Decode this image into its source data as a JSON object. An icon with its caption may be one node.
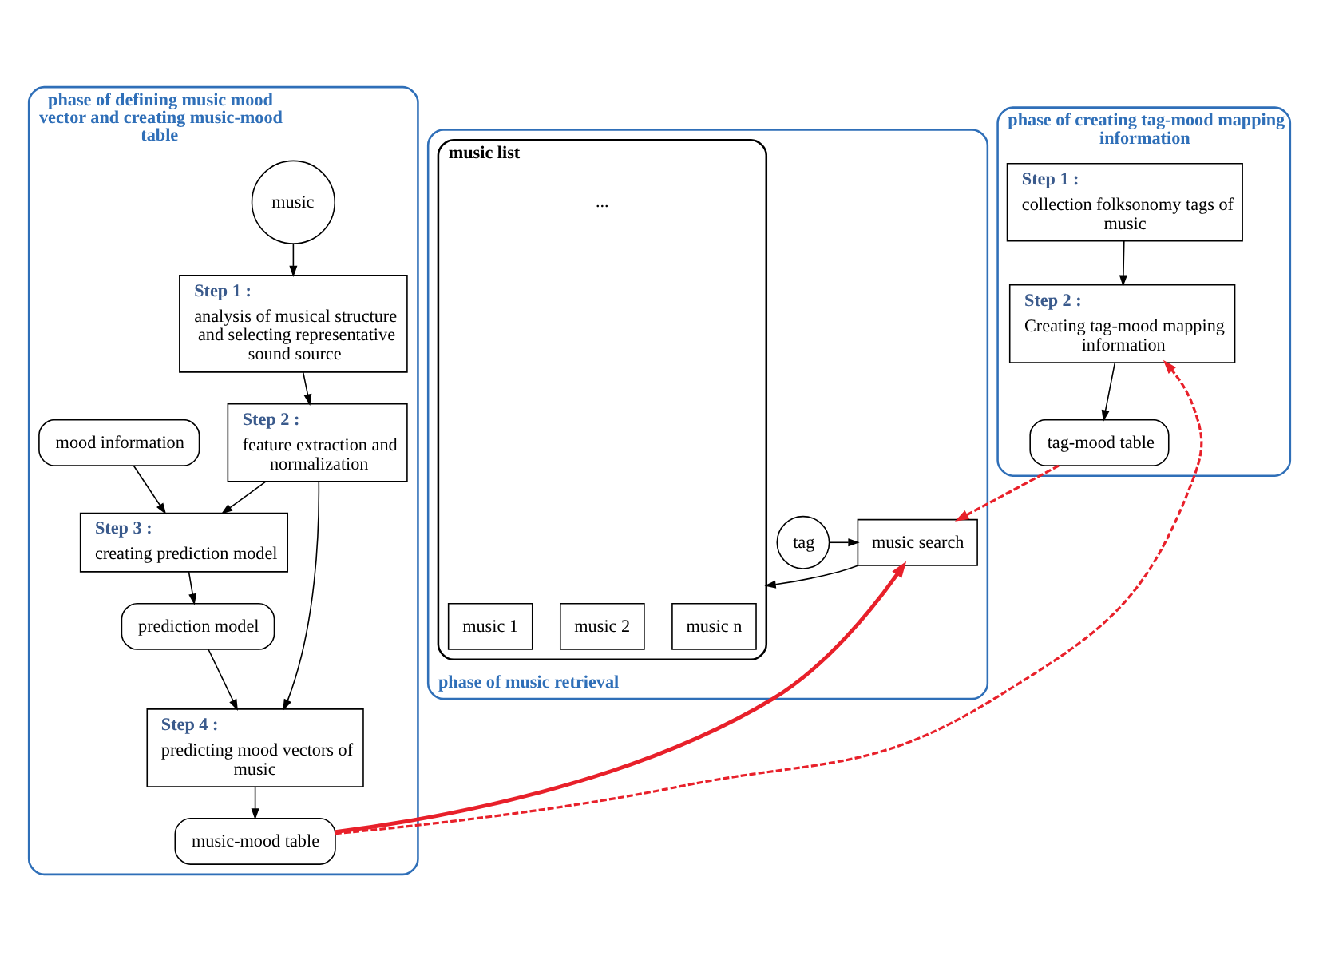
{
  "diagram": {
    "nodes": [
      {
        "text": [
          "phase of defining music mood vector and creating music-mood table"
        ]
      },
      {
        "text": [
          "music"
        ],
        "in": 0
      },
      {
        "text": [
          "Step 1 :",
          "analysis of musical structure and selecting representative sound source"
        ],
        "in": 0
      },
      {
        "text": [
          "mood information"
        ],
        "in": 0
      },
      {
        "text": [
          "Step 2 :",
          "feature extraction and normalization"
        ],
        "in": 0
      },
      {
        "text": [
          "Step 3 :",
          "creating prediction model"
        ],
        "in": 0
      },
      {
        "text": [
          "Step 4 :",
          "predicting mood vectors of music"
        ],
        "in": 0
      },
      {
        "text": [
          "prediction model"
        ],
        "in": 0
      },
      {
        "text": [
          "music-mood table"
        ],
        "in": 0
      },
      {
        "text": [
          "phase of creating tag-mood mapping information"
        ]
      },
      {
        "text": [
          "Step 1 :",
          "collection folksonomy tags of music"
        ],
        "in": 9
      },
      {
        "text": [
          "Step 2 :",
          "Creating tag-mood mapping information"
        ],
        "in": 9
      },
      {
        "text": [
          "tag-mood table"
        ],
        "in": 9
      },
      {
        "text": [
          "phase of music retrieval"
        ]
      },
      {
        "text": [
          "music search"
        ],
        "in": 13
      },
      {
        "text": [
          "tag"
        ],
        "in": 13
      },
      {
        "text": [
          "music list"
        ],
        "in": 13
      },
      {
        "text": [
          "music 1"
        ],
        "in": 16
      },
      {
        "text": [
          "music 2"
        ],
        "in": 16
      },
      {
        "text": [
          "music n"
        ],
        "in": 16
      }
    ],
    "edges": [
      {
        "from": 1,
        "to": 2,
        "arrow": "to"
      },
      {
        "from": 2,
        "to": 4,
        "arrow": "to"
      },
      {
        "from": 3,
        "to": 5,
        "arrow": "to"
      },
      {
        "from": 4,
        "to": 5,
        "arrow": "to"
      },
      {
        "from": 4,
        "to": 6,
        "arrow": "to"
      },
      {
        "from": 5,
        "to": 7,
        "arrow": "to"
      },
      {
        "from": 7,
        "to": 6,
        "arrow": "to"
      },
      {
        "from": 6,
        "to": 8,
        "arrow": "to"
      },
      {
        "from": 10,
        "to": 11,
        "arrow": "to"
      },
      {
        "from": 11,
        "to": 12,
        "arrow": "to"
      },
      {
        "from": 15,
        "to": 14,
        "arrow": "to"
      },
      {
        "from": 14,
        "to": 16,
        "arrow": "to"
      },
      {
        "from": 8,
        "to": 14,
        "arrow": "to",
        "style": "thick",
        "color": "#e8202a"
      },
      {
        "from": 8,
        "to": 11,
        "arrow": "to",
        "style": "dashed",
        "color": "#e8202a"
      },
      {
        "from": 12,
        "to": 14,
        "arrow": "to",
        "style": "dashed",
        "color": "#e8202a"
      }
    ],
    "labels": [
      "..."
    ]
  }
}
